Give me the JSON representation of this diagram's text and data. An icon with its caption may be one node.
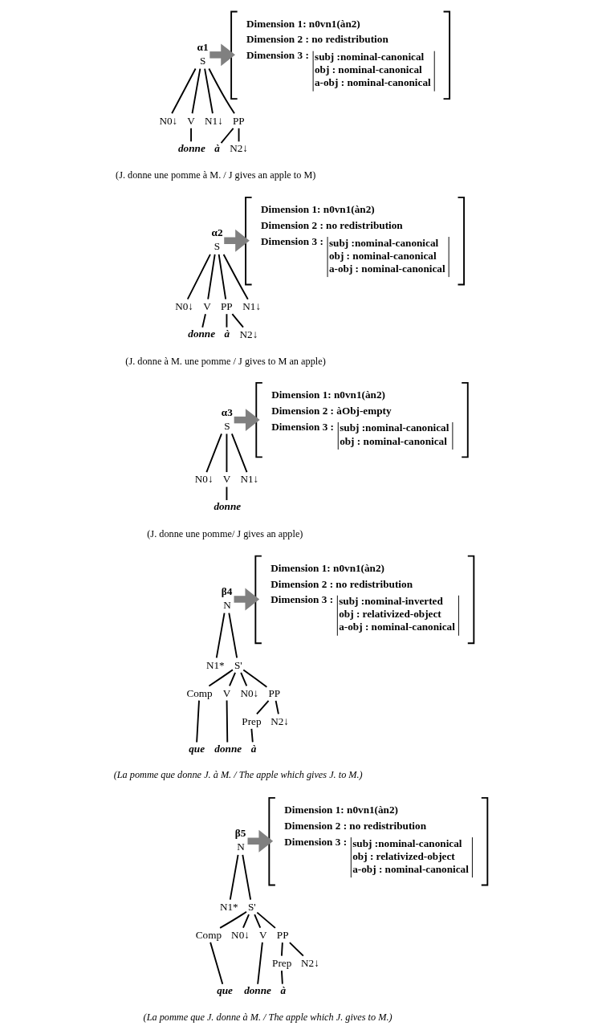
{
  "diagram": {
    "nodes": [
      {
        "text": [
          "S"
        ],
        "beside": [
          "α1"
        ]
      },
      {
        "text": [
          "N0↓"
        ]
      },
      {
        "text": [
          "V"
        ]
      },
      {
        "text": [
          "N1↓"
        ]
      },
      {
        "text": [
          "PP"
        ]
      },
      {
        "text": [
          "donne"
        ]
      },
      {
        "text": [
          "à"
        ]
      },
      {
        "text": [
          "N2↓"
        ]
      },
      {
        "text": [
          "Dimension 1: n0vn1(àn2)",
          "Dimension 2 : no redistribution",
          "Dimension 3 :",
          "subj :nominal-canonical",
          "obj : nominal-canonical",
          "a-obj : nominal-canonical"
        ]
      },
      {
        "text": [
          "S"
        ],
        "beside": [
          "α2"
        ]
      },
      {
        "text": [
          "N0↓"
        ]
      },
      {
        "text": [
          "V"
        ]
      },
      {
        "text": [
          "PP"
        ]
      },
      {
        "text": [
          "N1↓"
        ]
      },
      {
        "text": [
          "donne"
        ]
      },
      {
        "text": [
          "à"
        ]
      },
      {
        "text": [
          "N2↓"
        ]
      },
      {
        "text": [
          "Dimension 1: n0vn1(àn2)",
          "Dimension 2 : no redistribution",
          "Dimension 3 :",
          "subj :nominal-canonical",
          "obj : nominal-canonical",
          "a-obj : nominal-canonical"
        ]
      },
      {
        "text": [
          "S"
        ],
        "beside": [
          "α3"
        ]
      },
      {
        "text": [
          "N0↓"
        ]
      },
      {
        "text": [
          "V"
        ]
      },
      {
        "text": [
          "N1↓"
        ]
      },
      {
        "text": [
          "donne"
        ]
      },
      {
        "text": [
          "Dimension 1: n0vn1(àn2)",
          "Dimension 2 : àObj-empty",
          "Dimension 3 :",
          "subj :nominal-canonical",
          "obj : nominal-canonical"
        ]
      },
      {
        "text": [
          "N"
        ],
        "beside": [
          "β4"
        ]
      },
      {
        "text": [
          "N1*"
        ]
      },
      {
        "text": [
          "S'"
        ]
      },
      {
        "text": [
          "Comp"
        ]
      },
      {
        "text": [
          "V"
        ]
      },
      {
        "text": [
          "N0↓"
        ]
      },
      {
        "text": [
          "PP"
        ]
      },
      {
        "text": [
          "que"
        ]
      },
      {
        "text": [
          "donne"
        ]
      },
      {
        "text": [
          "Prep"
        ]
      },
      {
        "text": [
          "N2↓"
        ]
      },
      {
        "text": [
          "à"
        ]
      },
      {
        "text": [
          "Dimension 1: n0vn1(àn2)",
          "Dimension 2 : no redistribution",
          "Dimension 3 :",
          "subj :nominal-inverted",
          "obj : relativized-object",
          "a-obj : nominal-canonical"
        ]
      },
      {
        "text": [
          "N"
        ],
        "beside": [
          "β5"
        ]
      },
      {
        "text": [
          "N1*"
        ]
      },
      {
        "text": [
          "S'"
        ]
      },
      {
        "text": [
          "Comp"
        ]
      },
      {
        "text": [
          "N0↓"
        ]
      },
      {
        "text": [
          "V"
        ]
      },
      {
        "text": [
          "PP"
        ]
      },
      {
        "text": [
          "que"
        ]
      },
      {
        "text": [
          "donne"
        ]
      },
      {
        "text": [
          "Prep"
        ]
      },
      {
        "text": [
          "N2↓"
        ]
      },
      {
        "text": [
          "à"
        ]
      },
      {
        "text": [
          "Dimension 1: n0vn1(àn2)",
          "Dimension 2 : no redistribution",
          "Dimension 3 :",
          "subj :nominal-canonical",
          "obj : relativized-object",
          "a-obj : nominal-canonical"
        ]
      }
    ],
    "edges": [
      {
        "from": 0,
        "to": 1,
        "arrow": "none"
      },
      {
        "from": 0,
        "to": 2,
        "arrow": "none"
      },
      {
        "from": 0,
        "to": 3,
        "arrow": "none"
      },
      {
        "from": 0,
        "to": 4,
        "arrow": "none"
      },
      {
        "from": 2,
        "to": 5,
        "arrow": "none"
      },
      {
        "from": 4,
        "to": 6,
        "arrow": "none"
      },
      {
        "from": 4,
        "to": 7,
        "arrow": "none"
      },
      {
        "from": 0,
        "to": 8,
        "arrow": "to",
        "style": "thick",
        "color": "#808080"
      },
      {
        "from": 9,
        "to": 10,
        "arrow": "none"
      },
      {
        "from": 9,
        "to": 11,
        "arrow": "none"
      },
      {
        "from": 9,
        "to": 12,
        "arrow": "none"
      },
      {
        "from": 9,
        "to": 13,
        "arrow": "none"
      },
      {
        "from": 11,
        "to": 14,
        "arrow": "none"
      },
      {
        "from": 12,
        "to": 15,
        "arrow": "none"
      },
      {
        "from": 12,
        "to": 16,
        "arrow": "none"
      },
      {
        "from": 9,
        "to": 17,
        "arrow": "to",
        "style": "thick",
        "color": "#808080"
      },
      {
        "from": 18,
        "to": 19,
        "arrow": "none"
      },
      {
        "from": 18,
        "to": 20,
        "arrow": "none"
      },
      {
        "from": 18,
        "to": 21,
        "arrow": "none"
      },
      {
        "from": 20,
        "to": 22,
        "arrow": "none"
      },
      {
        "from": 18,
        "to": 23,
        "arrow": "to",
        "style": "thick",
        "color": "#808080"
      },
      {
        "from": 24,
        "to": 25,
        "arrow": "none"
      },
      {
        "from": 24,
        "to": 26,
        "arrow": "none"
      },
      {
        "from": 26,
        "to": 27,
        "arrow": "none"
      },
      {
        "from": 26,
        "to": 28,
        "arrow": "none"
      },
      {
        "from": 26,
        "to": 29,
        "arrow": "none"
      },
      {
        "from": 26,
        "to": 30,
        "arrow": "none"
      },
      {
        "from": 27,
        "to": 31,
        "arrow": "none"
      },
      {
        "from": 28,
        "to": 32,
        "arrow": "none"
      },
      {
        "from": 30,
        "to": 33,
        "arrow": "none"
      },
      {
        "from": 30,
        "to": 34,
        "arrow": "none"
      },
      {
        "from": 33,
        "to": 35,
        "arrow": "none"
      },
      {
        "from": 24,
        "to": 36,
        "arrow": "to",
        "style": "thick",
        "color": "#808080"
      },
      {
        "from": 37,
        "to": 38,
        "arrow": "none"
      },
      {
        "from": 37,
        "to": 39,
        "arrow": "none"
      },
      {
        "from": 39,
        "to": 40,
        "arrow": "none"
      },
      {
        "from": 39,
        "to": 41,
        "arrow": "none"
      },
      {
        "from": 39,
        "to": 42,
        "arrow": "none"
      },
      {
        "from": 39,
        "to": 43,
        "arrow": "none"
      },
      {
        "from": 40,
        "to": 44,
        "arrow": "none"
      },
      {
        "from": 42,
        "to": 45,
        "arrow": "none"
      },
      {
        "from": 43,
        "to": 46,
        "arrow": "none"
      },
      {
        "from": 43,
        "to": 47,
        "arrow": "none"
      },
      {
        "from": 46,
        "to": 48,
        "arrow": "none"
      },
      {
        "from": 37,
        "to": 49,
        "arrow": "to",
        "style": "thick",
        "color": "#808080"
      }
    ],
    "labels": [
      "(J. donne une pomme à M. / J gives an apple to M)",
      "(J. donne à M. une pomme / J gives to M an apple)",
      "(J. donne une pomme/ J gives an apple)",
      "(La pomme que donne J. à M. / The apple which gives J. to M.)",
      "(La pomme que J. donne à M. / The apple which J. gives to M.)"
    ]
  }
}
